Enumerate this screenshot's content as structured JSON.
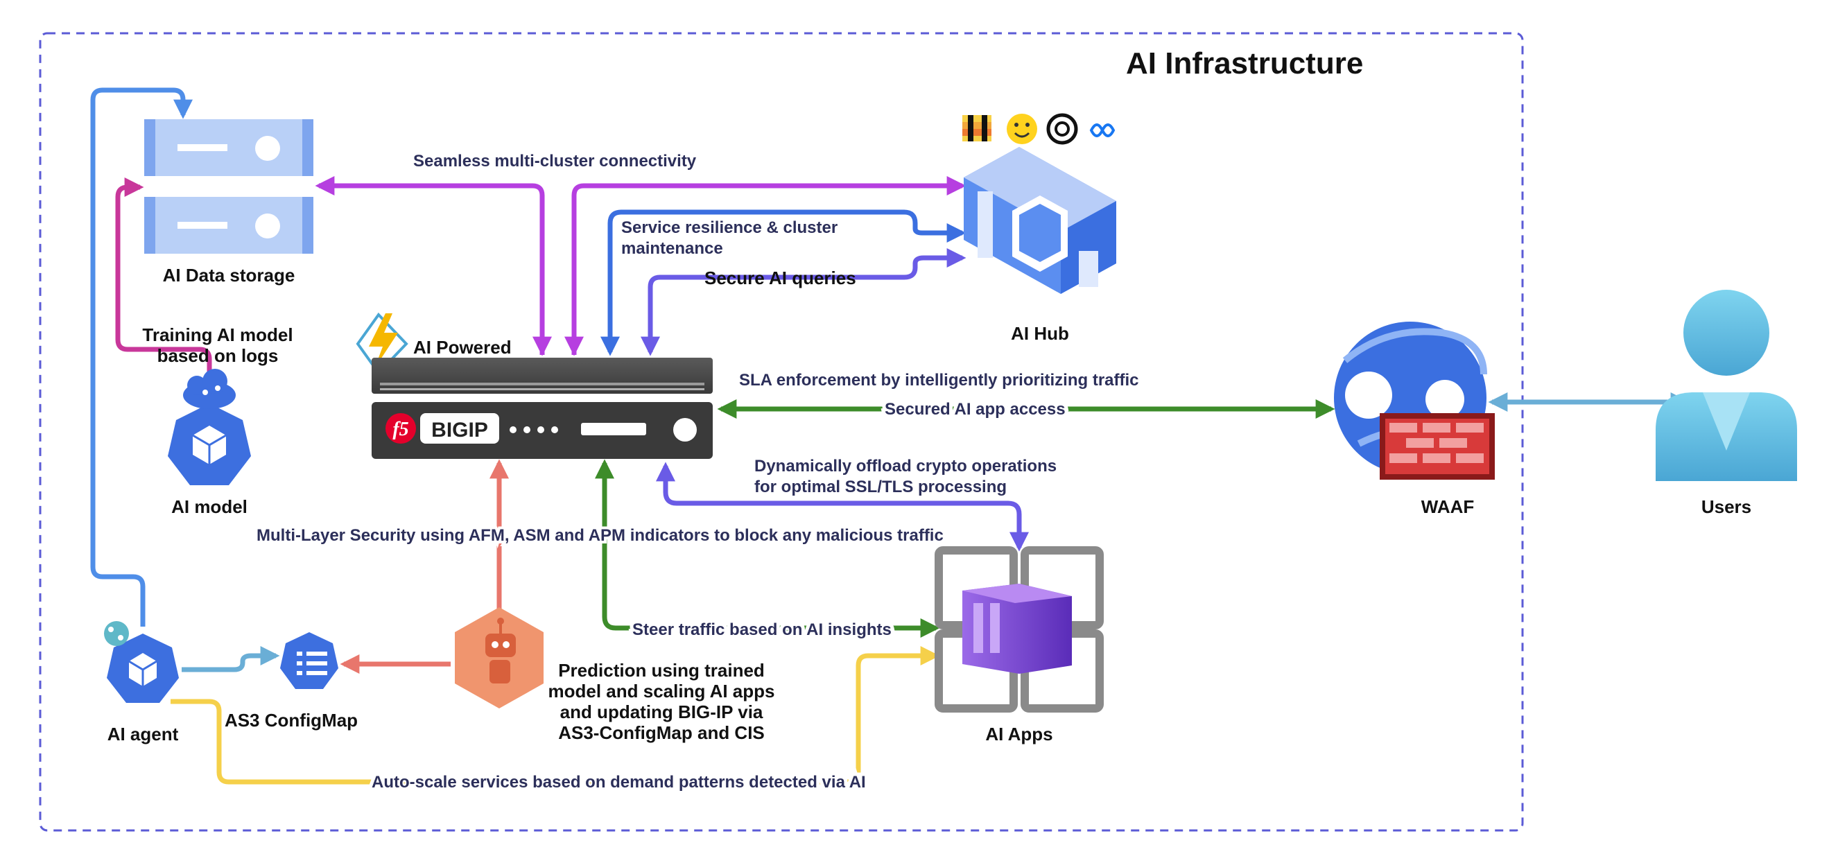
{
  "title": "AI Infrastructure",
  "nodes": {
    "data_storage": "AI Data storage",
    "ai_hub": "AI Hub",
    "ai_powered": "AI Powered",
    "bigip_brand": "f5",
    "bigip_label": "BIGIP",
    "ai_model": "AI model",
    "ai_agent": "AI agent",
    "as3": "AS3 ConfigMap",
    "ai_apps": "AI Apps",
    "waaf": "WAAF",
    "users": "Users"
  },
  "flows": {
    "seamless": "Seamless multi-cluster connectivity",
    "resilience_1": "Service resilience & cluster",
    "resilience_2": "maintenance",
    "secure_queries": "Secure AI queries",
    "training_1": "Training AI model",
    "training_2": "based on logs",
    "sla": "SLA enforcement by intelligently prioritizing traffic",
    "secured_access": "Secured AI app access",
    "offload_1": "Dynamically offload crypto operations",
    "offload_2": "for optimal SSL/TLS processing",
    "multilayer": "Multi-Layer Security using AFM, ASM and APM indicators to block any malicious traffic",
    "steer": "Steer traffic based on AI insights",
    "prediction_1": "Prediction using trained",
    "prediction_2": "model and scaling AI apps",
    "prediction_3": "and updating BIG-IP via",
    "prediction_4": "AS3-ConfigMap and CIS",
    "autoscale": "Auto-scale services based on demand patterns detected via AI"
  },
  "colors": {
    "boundary": "#5b5bd6",
    "purple": "#b63fe0",
    "blue": "#3b6fe0",
    "indigo": "#6a5be6",
    "magenta": "#c8379a",
    "green": "#3d8c2a",
    "salmon": "#e8766c",
    "yellow": "#f5d04a",
    "lightblue": "#6aaed6",
    "agent_blue": "#4f8ee8"
  }
}
